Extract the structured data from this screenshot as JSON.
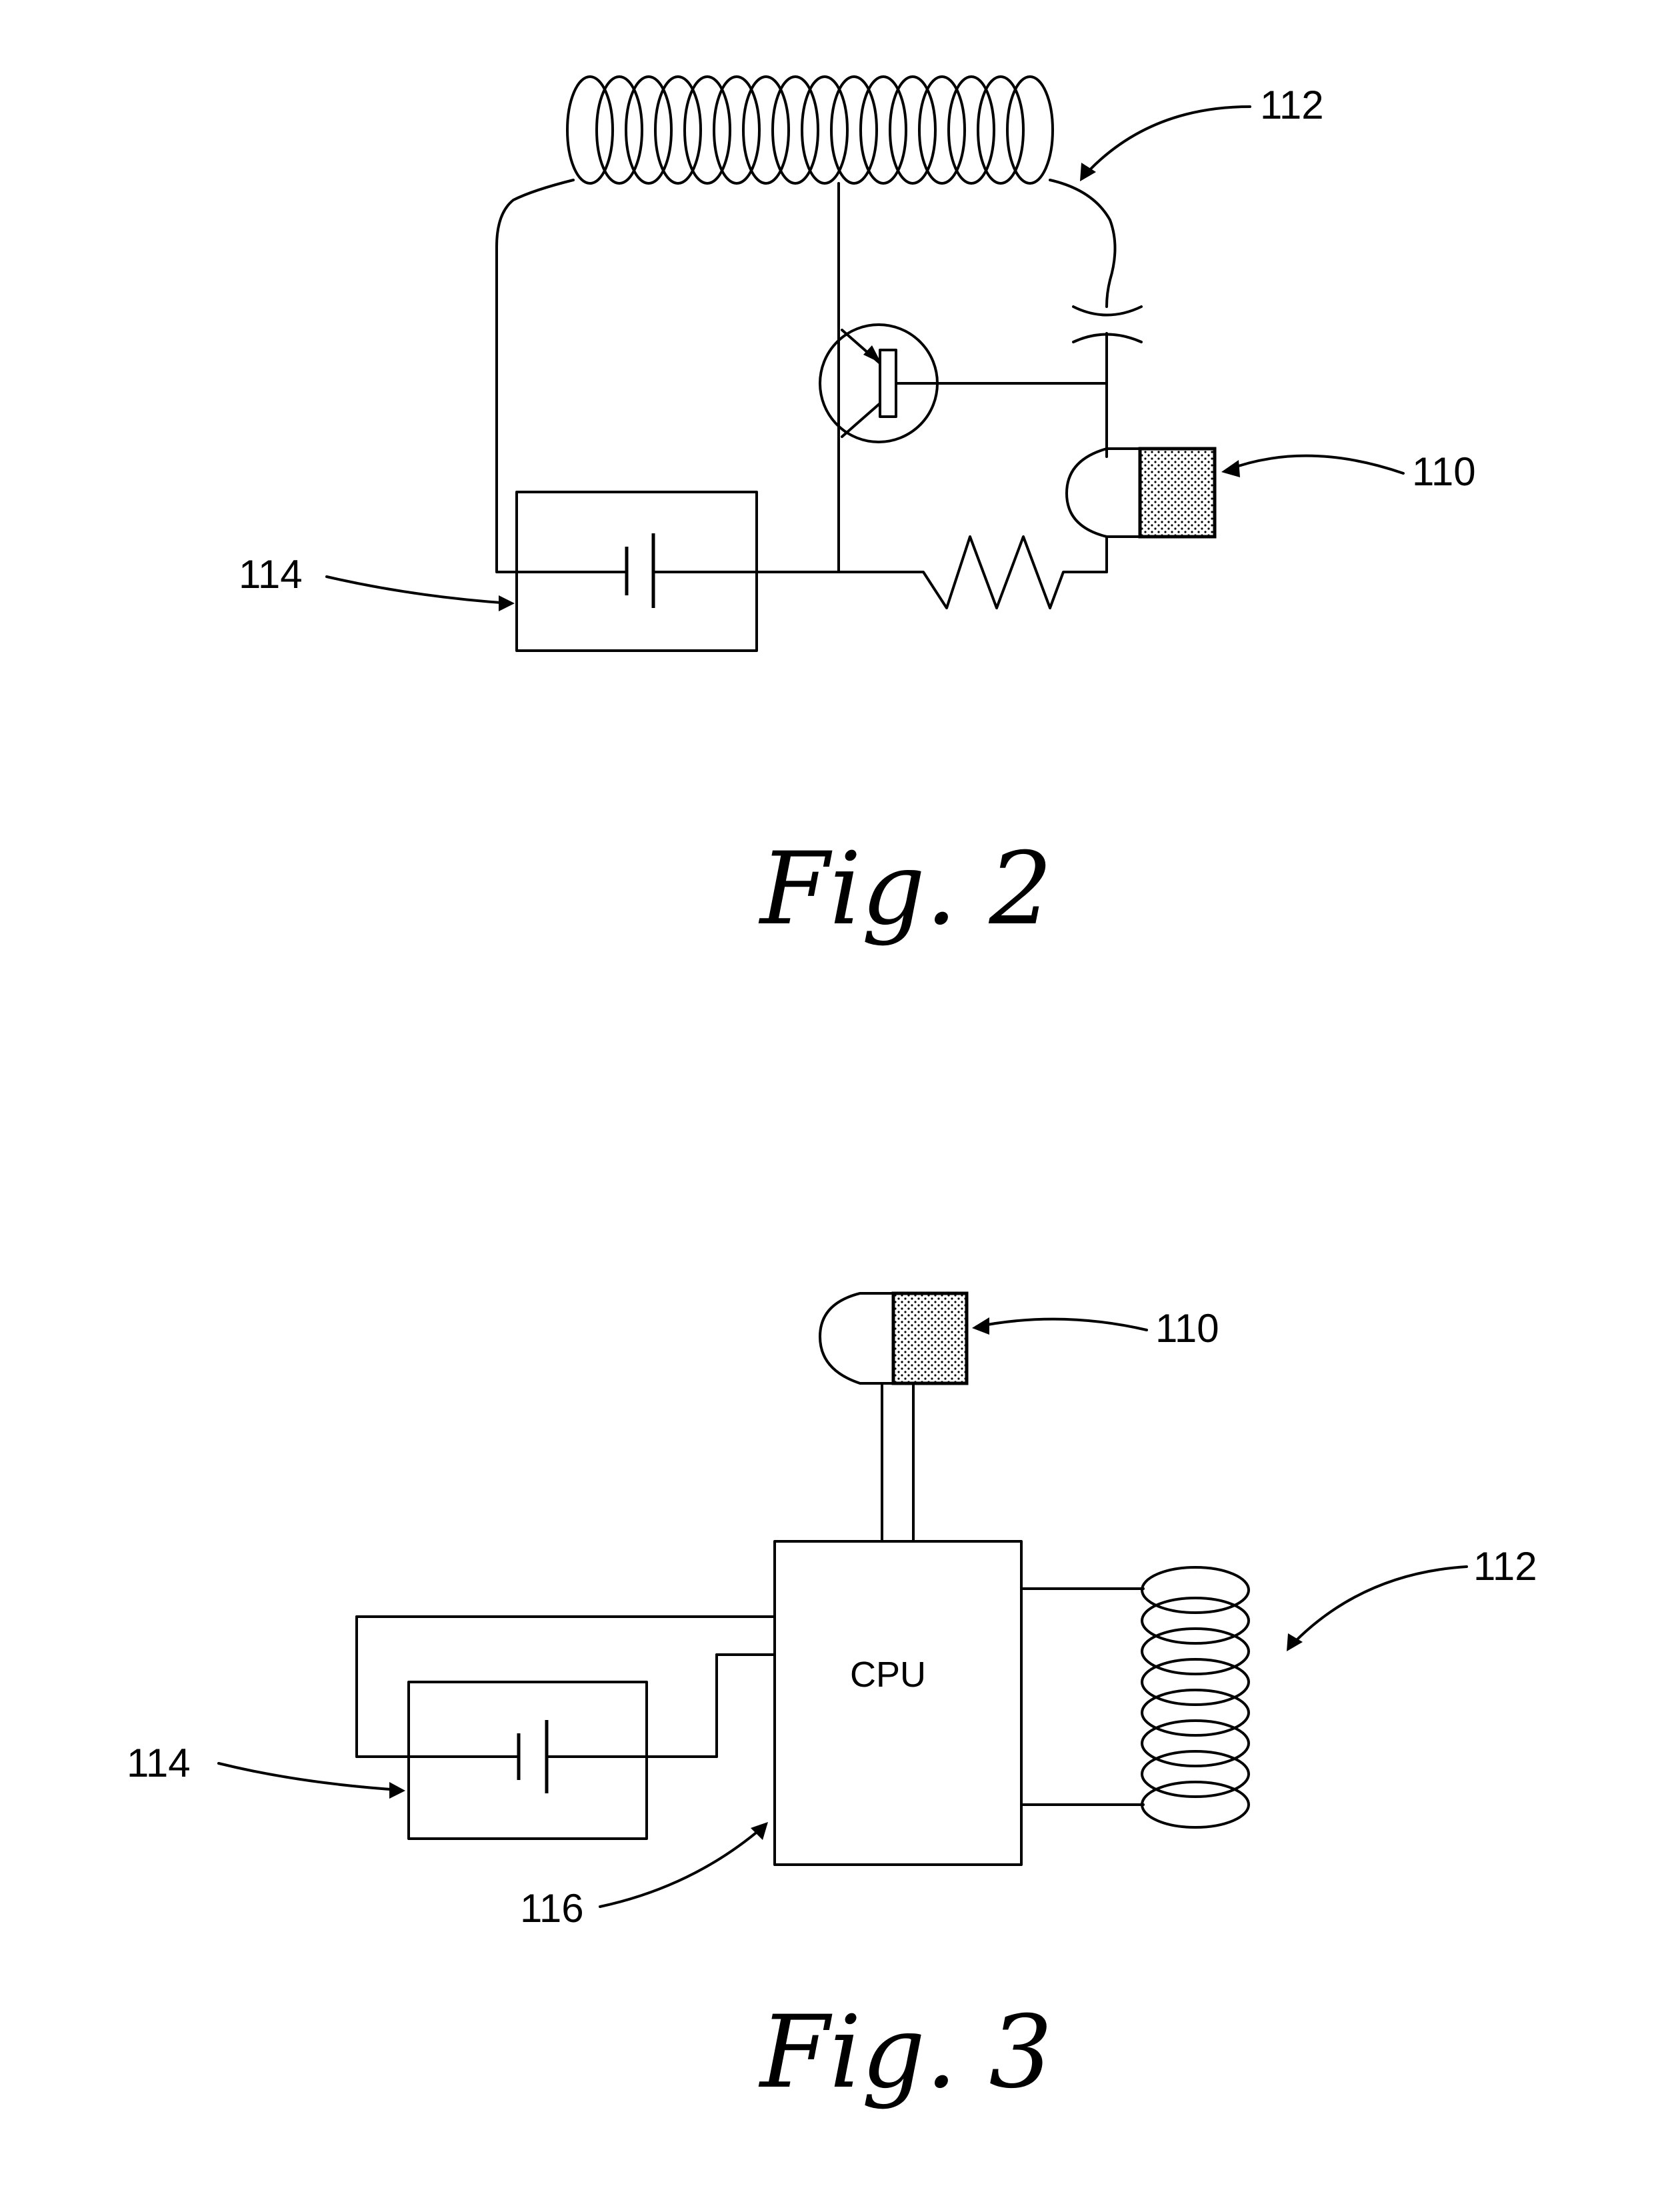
{
  "figure2": {
    "caption": "Fig. 2",
    "labels": {
      "coil": "112",
      "sensor": "110",
      "battery": "114"
    }
  },
  "figure3": {
    "caption": "Fig. 3",
    "processor_text": "CPU",
    "labels": {
      "sensor": "110",
      "coil": "112",
      "battery": "114",
      "processor": "116"
    }
  }
}
